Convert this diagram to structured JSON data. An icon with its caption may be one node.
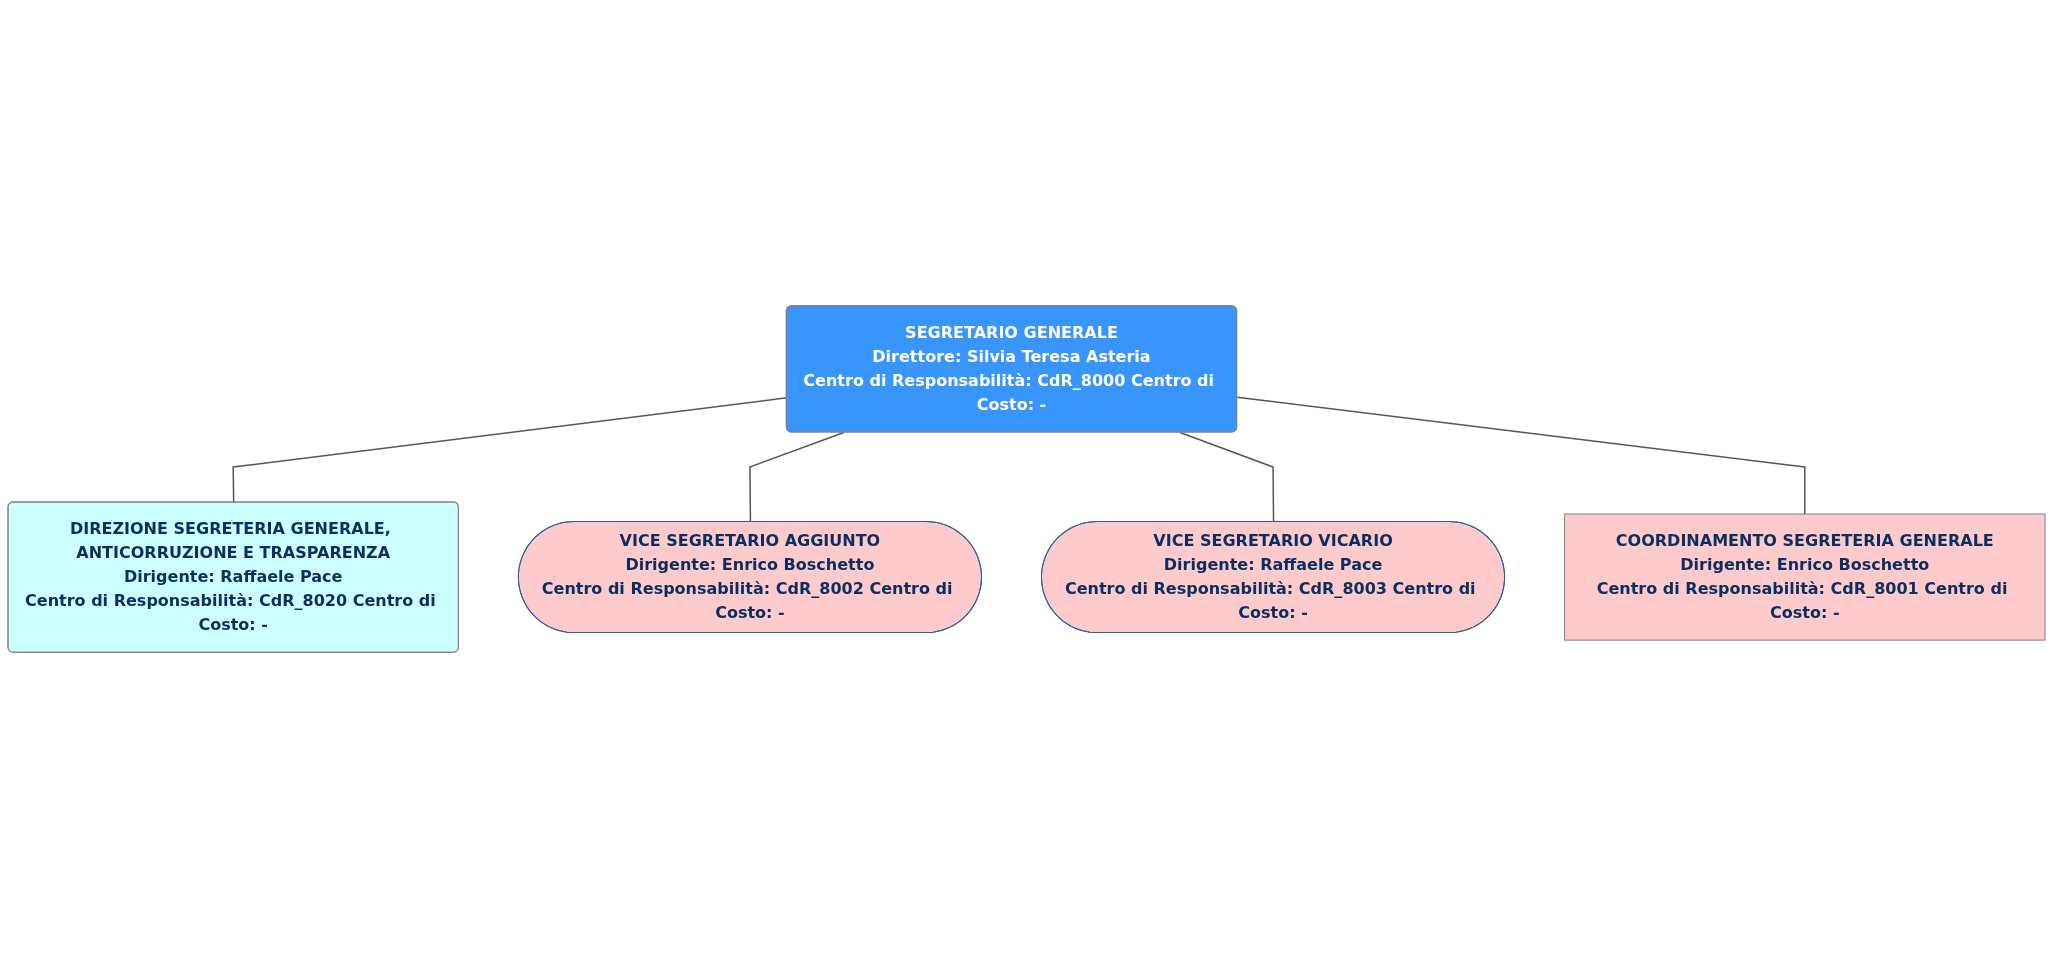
{
  "diagram": {
    "nodes": [
      {
        "text": [
          "SEGRETARIO GENERALE",
          "Direttore: Silvia Teresa Asteria",
          "Centro di Responsabilità: CdR_8000 Centro di Costo: -"
        ]
      },
      {
        "text": [
          "DIREZIONE SEGRETERIA GENERALE, ANTICORRUZIONE E TRASPARENZA",
          "Dirigente: Raffaele Pace",
          "Centro di Responsabilità: CdR_8020 Centro di Costo: -"
        ]
      },
      {
        "text": [
          "VICE SEGRETARIO AGGIUNTO",
          "Dirigente: Enrico Boschetto",
          "Centro di Responsabilità: CdR_8002 Centro di Costo: -"
        ]
      },
      {
        "text": [
          "VICE SEGRETARIO VICARIO",
          "Dirigente: Raffaele Pace",
          "Centro di Responsabilità: CdR_8003 Centro di Costo: -"
        ]
      },
      {
        "text": [
          "COORDINAMENTO SEGRETERIA GENERALE",
          "Dirigente: Enrico Boschetto",
          "Centro di Responsabilità: CdR_8001 Centro di Costo: -"
        ]
      }
    ],
    "edges": [
      {
        "from": 0,
        "to": 1,
        "arrow": "none"
      },
      {
        "from": 0,
        "to": 2,
        "arrow": "none"
      },
      {
        "from": 0,
        "to": 3,
        "arrow": "none"
      },
      {
        "from": 0,
        "to": 4,
        "arrow": "none"
      }
    ]
  }
}
